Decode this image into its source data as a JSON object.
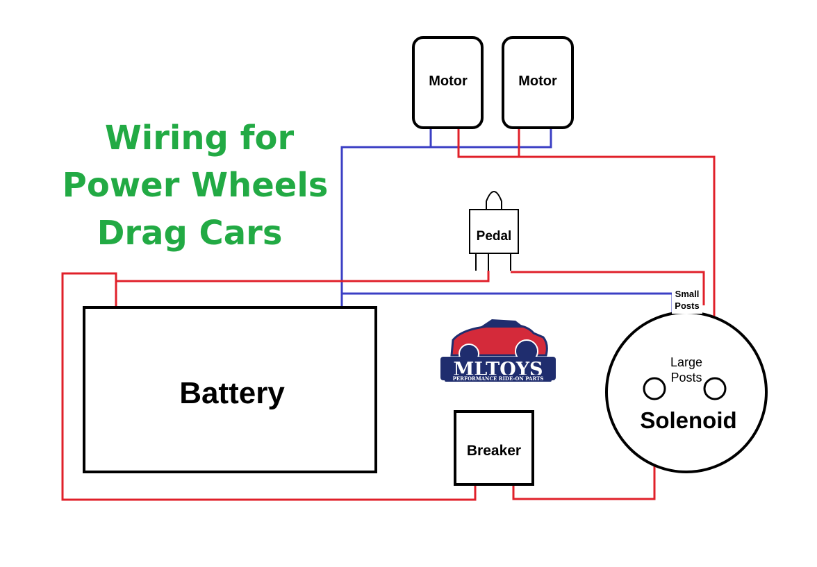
{
  "title": {
    "line1": "Wiring for",
    "line2": "Power Wheels",
    "line3": "Drag Cars"
  },
  "components": {
    "motor_left": "Motor",
    "motor_right": "Motor",
    "pedal": "Pedal",
    "battery": "Battery",
    "breaker": "Breaker",
    "solenoid": "Solenoid"
  },
  "labels": {
    "small_posts_1": "Small",
    "small_posts_2": "Posts",
    "large_posts_1": "Large",
    "large_posts_2": "Posts"
  },
  "logo": {
    "name": "MLTOYS",
    "tagline": "PERFORMANCE RIDE-ON PARTS"
  },
  "colors": {
    "positive_wire": "#e0202a",
    "negative_wire": "#3b3fc4",
    "title": "#22aa44",
    "outline": "#000000"
  }
}
